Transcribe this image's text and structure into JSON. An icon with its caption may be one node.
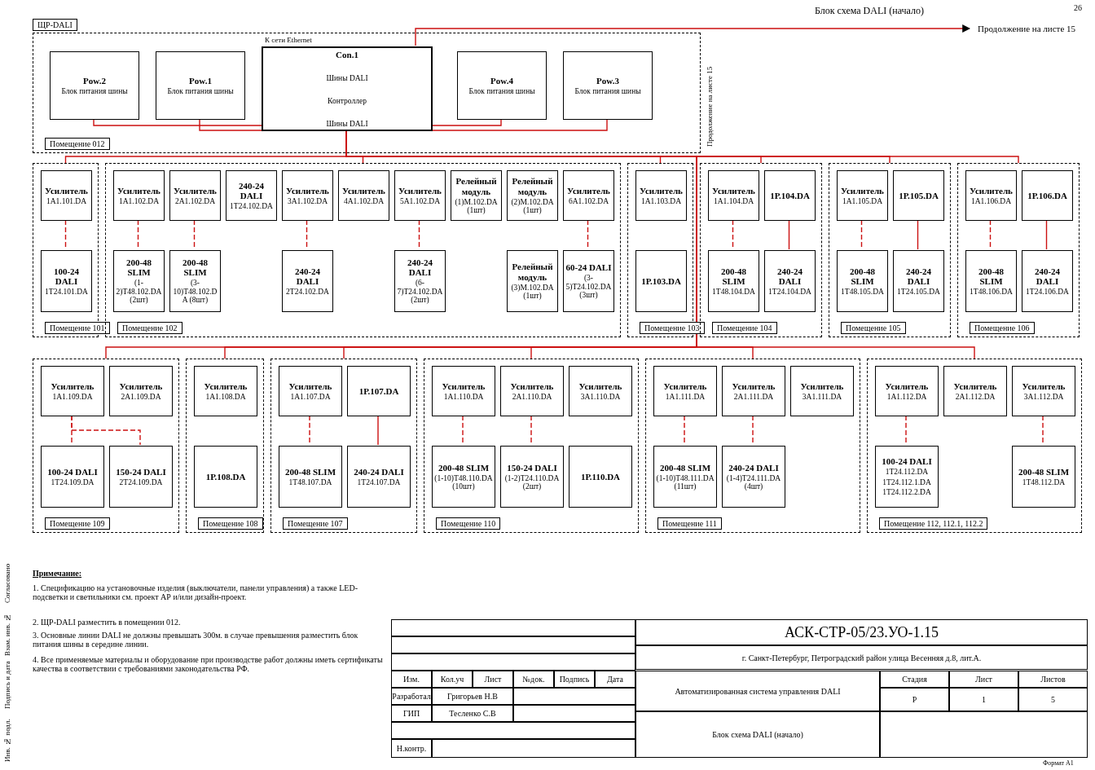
{
  "diagram": {
    "title": "Блок схема DALI (начало)",
    "nodes": [
      {
        "text": [
          "ЩР-DALI",
          "Помещение 012"
        ]
      },
      {
        "text": [
          "Pow.2",
          "Блок питания шины"
        ],
        "in": 0
      },
      {
        "text": [
          "Pow.1",
          "Блок питания шины"
        ],
        "in": 0
      },
      {
        "text": [
          "Con.1",
          "Шины DALI",
          "Контроллер",
          "Шины DALI"
        ],
        "beside": [
          "К сети Ethernet"
        ],
        "in": 0
      },
      {
        "text": [
          "Pow.4",
          "Блок питания шины"
        ],
        "in": 0
      },
      {
        "text": [
          "Pow.3",
          "Блок питания шины"
        ],
        "in": 0
      },
      {
        "text": [
          "Продолжение на листе 15"
        ]
      },
      {
        "text": [
          "Помещение 101"
        ]
      },
      {
        "text": [
          "Усилитель",
          "1А1.101.DA"
        ],
        "in": 7
      },
      {
        "text": [
          "100-24 DALI",
          "1Т24.101.DA"
        ],
        "in": 7
      },
      {
        "text": [
          "Помещение 102"
        ]
      },
      {
        "text": [
          "Усилитель",
          "1А1.102.DA"
        ],
        "in": 10
      },
      {
        "text": [
          "Усилитель",
          "2А1.102.DA"
        ],
        "in": 10
      },
      {
        "text": [
          "240-24 DALI",
          "1Т24.102.DA"
        ],
        "in": 10
      },
      {
        "text": [
          "Усилитель",
          "3А1.102.DA"
        ],
        "in": 10
      },
      {
        "text": [
          "Усилитель",
          "4А1.102.DA"
        ],
        "in": 10
      },
      {
        "text": [
          "Усилитель",
          "5А1.102.DA"
        ],
        "in": 10
      },
      {
        "text": [
          "Релейный модуль",
          "(1)М.102.DA (1шт)"
        ],
        "in": 10
      },
      {
        "text": [
          "Релейный модуль",
          "(2)М.102.DA (1шт)"
        ],
        "in": 10
      },
      {
        "text": [
          "Усилитель",
          "6А1.102.DA"
        ],
        "in": 10
      },
      {
        "text": [
          "200-48 SLIM",
          "(1-2)Т48.102.DA (2шт)"
        ],
        "in": 10
      },
      {
        "text": [
          "200-48 SLIM",
          "(3-10)Т48.102.DA (8шт)"
        ],
        "in": 10
      },
      {
        "text": [
          "240-24 DALI",
          "2Т24.102.DA"
        ],
        "in": 10
      },
      {
        "text": [
          "240-24 DALI",
          "(6-7)Т24.102.DA (2шт)"
        ],
        "in": 10
      },
      {
        "text": [
          "60-24 DALI",
          "(3-5)Т24.102.DA (3шт)"
        ],
        "in": 10
      },
      {
        "text": [
          "Релейный модуль",
          "(3)М.102.DA (1шт)"
        ],
        "in": 10
      },
      {
        "text": [
          "Помещение 103"
        ]
      },
      {
        "text": [
          "Усилитель",
          "1А1.103.DA"
        ],
        "in": 26
      },
      {
        "text": [
          "1Р.103.DA"
        ],
        "in": 26
      },
      {
        "text": [
          "Помещение 104"
        ]
      },
      {
        "text": [
          "Усилитель",
          "1А1.104.DA"
        ],
        "in": 29
      },
      {
        "text": [
          "1Р.104.DA"
        ],
        "in": 29
      },
      {
        "text": [
          "200-48 SLIM",
          "1Т48.104.DA"
        ],
        "in": 29
      },
      {
        "text": [
          "240-24 DALI",
          "1Т24.104.DA"
        ],
        "in": 29
      },
      {
        "text": [
          "Помещение 105"
        ]
      },
      {
        "text": [
          "Усилитель",
          "1А1.105.DA"
        ],
        "in": 34
      },
      {
        "text": [
          "1Р.105.DA"
        ],
        "in": 34
      },
      {
        "text": [
          "200-48 SLIM",
          "1Т48.105.DA"
        ],
        "in": 34
      },
      {
        "text": [
          "240-24 DALI",
          "1Т24.105.DA"
        ],
        "in": 34
      },
      {
        "text": [
          "Помещение 106"
        ]
      },
      {
        "text": [
          "Усилитель",
          "1А1.106.DA"
        ],
        "in": 39
      },
      {
        "text": [
          "1Р.106.DA"
        ],
        "in": 39
      },
      {
        "text": [
          "200-48 SLIM",
          "1Т48.106.DA"
        ],
        "in": 39
      },
      {
        "text": [
          "240-24 DALI",
          "1Т24.106.DA"
        ],
        "in": 39
      },
      {
        "text": [
          "Помещение 109"
        ]
      },
      {
        "text": [
          "Усилитель",
          "1А1.109.DA"
        ],
        "in": 44
      },
      {
        "text": [
          "Усилитель",
          "2А1.109.DA"
        ],
        "in": 44
      },
      {
        "text": [
          "100-24 DALI",
          "1Т24.109.DA"
        ],
        "in": 44
      },
      {
        "text": [
          "150-24 DALI",
          "2Т24.109.DA"
        ],
        "in": 44
      },
      {
        "text": [
          "Помещение 108"
        ]
      },
      {
        "text": [
          "Усилитель",
          "1А1.108.DA"
        ],
        "in": 49
      },
      {
        "text": [
          "1Р.108.DA"
        ],
        "in": 49
      },
      {
        "text": [
          "Помещение 107"
        ]
      },
      {
        "text": [
          "Усилитель",
          "1А1.107.DA"
        ],
        "in": 52
      },
      {
        "text": [
          "1Р.107.DA"
        ],
        "in": 52
      },
      {
        "text": [
          "200-48 SLIM",
          "1Т48.107.DA"
        ],
        "in": 52
      },
      {
        "text": [
          "240-24 DALI",
          "1Т24.107.DA"
        ],
        "in": 52
      },
      {
        "text": [
          "Помещение 110"
        ]
      },
      {
        "text": [
          "Усилитель",
          "1А1.110.DA"
        ],
        "in": 57
      },
      {
        "text": [
          "Усилитель",
          "2А1.110.DA"
        ],
        "in": 57
      },
      {
        "text": [
          "Усилитель",
          "3А1.110.DA"
        ],
        "in": 57
      },
      {
        "text": [
          "200-48 SLIM",
          "(1-10)Т48.110.DA (10шт)"
        ],
        "in": 57
      },
      {
        "text": [
          "1Р.110.DA"
        ],
        "in": 57
      },
      {
        "text": [
          "150-24 DALI",
          "(1-2)Т24.110.DA (2шт)"
        ],
        "in": 57
      },
      {
        "text": [
          "Помещение 111"
        ]
      },
      {
        "text": [
          "Усилитель",
          "1А1.111.DA"
        ],
        "in": 64
      },
      {
        "text": [
          "Усилитель",
          "2А1.111.DA"
        ],
        "in": 64
      },
      {
        "text": [
          "Усилитель",
          "3А1.111.DA"
        ],
        "in": 64
      },
      {
        "text": [
          "200-48 SLIM",
          "(1-10)Т48.111.DA (11шт)"
        ],
        "in": 64
      },
      {
        "text": [
          "240-24 DALI",
          "(1-4)Т24.111.DA (4шт)"
        ],
        "in": 64
      },
      {
        "text": [
          "Помещение 112, 112.1, 112.2"
        ]
      },
      {
        "text": [
          "Усилитель",
          "1А1.112.DA"
        ],
        "in": 70
      },
      {
        "text": [
          "Усилитель",
          "2А1.112.DA"
        ],
        "in": 70
      },
      {
        "text": [
          "Усилитель",
          "3А1.112.DA"
        ],
        "in": 70
      },
      {
        "text": [
          "100-24 DALI",
          "1Т24.112.DA",
          "1Т24.112.1.DA",
          "1Т24.112.2.DA"
        ],
        "in": 70
      },
      {
        "text": [
          "200-48 SLIM",
          "1Т48.112.DA"
        ],
        "in": 70
      }
    ],
    "edges": [
      {
        "from": 1,
        "to": 3,
        "arrow": "none"
      },
      {
        "from": 2,
        "to": 3,
        "arrow": "none"
      },
      {
        "from": 4,
        "to": 3,
        "arrow": "none"
      },
      {
        "from": 5,
        "to": 3,
        "arrow": "none"
      },
      {
        "from": 3,
        "to": 6,
        "arrow": "to"
      },
      {
        "from": 3,
        "to": 7,
        "arrow": "none"
      },
      {
        "from": 3,
        "to": 10,
        "arrow": "none"
      },
      {
        "from": 3,
        "to": 26,
        "arrow": "none"
      },
      {
        "from": 3,
        "to": 29,
        "arrow": "none"
      },
      {
        "from": 3,
        "to": 34,
        "arrow": "none"
      },
      {
        "from": 3,
        "to": 39,
        "arrow": "none"
      },
      {
        "from": 3,
        "to": 44,
        "arrow": "none"
      },
      {
        "from": 3,
        "to": 49,
        "arrow": "none"
      },
      {
        "from": 3,
        "to": 52,
        "arrow": "none"
      },
      {
        "from": 3,
        "to": 57,
        "arrow": "none"
      },
      {
        "from": 3,
        "to": 64,
        "arrow": "none"
      },
      {
        "from": 3,
        "to": 70,
        "arrow": "none"
      },
      {
        "from": 8,
        "to": 9,
        "arrow": "none",
        "style": "dashed"
      },
      {
        "from": 11,
        "to": 20,
        "arrow": "none",
        "style": "dashed"
      },
      {
        "from": 12,
        "to": 21,
        "arrow": "none",
        "style": "dashed"
      },
      {
        "from": 14,
        "to": 22,
        "arrow": "none",
        "style": "dashed"
      },
      {
        "from": 16,
        "to": 23,
        "arrow": "none",
        "style": "dashed"
      },
      {
        "from": 19,
        "to": 24,
        "arrow": "none",
        "style": "dashed"
      },
      {
        "from": 30,
        "to": 32,
        "arrow": "none",
        "style": "dashed"
      },
      {
        "from": 31,
        "to": 33,
        "arrow": "none"
      },
      {
        "from": 35,
        "to": 37,
        "arrow": "none",
        "style": "dashed"
      },
      {
        "from": 36,
        "to": 38,
        "arrow": "none"
      },
      {
        "from": 40,
        "to": 42,
        "arrow": "none",
        "style": "dashed"
      },
      {
        "from": 41,
        "to": 43,
        "arrow": "none"
      },
      {
        "from": 45,
        "to": 47,
        "arrow": "none",
        "style": "dashed"
      },
      {
        "from": 45,
        "to": 48,
        "arrow": "none",
        "style": "dashed"
      },
      {
        "from": 53,
        "to": 55,
        "arrow": "none",
        "style": "dashed"
      },
      {
        "from": 54,
        "to": 56,
        "arrow": "none"
      },
      {
        "from": 58,
        "to": 61,
        "arrow": "none",
        "style": "dashed"
      },
      {
        "from": 59,
        "to": 63,
        "arrow": "none",
        "style": "dashed"
      },
      {
        "from": 65,
        "to": 68,
        "arrow": "none",
        "style": "dashed"
      },
      {
        "from": 66,
        "to": 69,
        "arrow": "none",
        "style": "dashed"
      },
      {
        "from": 71,
        "to": 74,
        "arrow": "none",
        "style": "dashed"
      },
      {
        "from": 73,
        "to": 75,
        "arrow": "none",
        "style": "dashed"
      }
    ],
    "labels": [
      "26",
      "Продолжение на листе 15",
      "Согласовано",
      "Взам. инв. №",
      "Подпись и дата",
      "Инв. № подл.",
      "Примечание:",
      "1. Спецификацию на установочные изделия (выключатели, панели управления) а также LED-подсветки и светильники см. проект АР и/или дизайн-проект.",
      "2. ЩР-DALI разместить в помещении 012.",
      "3. Основные линии DALI не должны превышать 300м. в случае превышения разместить блок питания шины в середине линии.",
      "4. Все применяемые материалы и оборудование при производстве работ должны иметь сертификаты качества в соответствии с требованиями законодательства РФ.",
      "АСК-СТР-05/23.УО-1.15",
      "г. Санкт-Петербург, Петроградский район улица Весенняя д.8, лит.А.",
      "Изм.",
      "Кол.уч",
      "Лист",
      "№док.",
      "Подпись",
      "Дата",
      "Разработал",
      "Григорьев Н.В",
      "ГИП",
      "Тесленко С.В",
      "Н.контр.",
      "Автоматизированная система управления DALI",
      "Стадия",
      "Лист",
      "Листов",
      "Р",
      "1",
      "5",
      "Блок схема DALI (начало)",
      "Формат А1"
    ]
  }
}
